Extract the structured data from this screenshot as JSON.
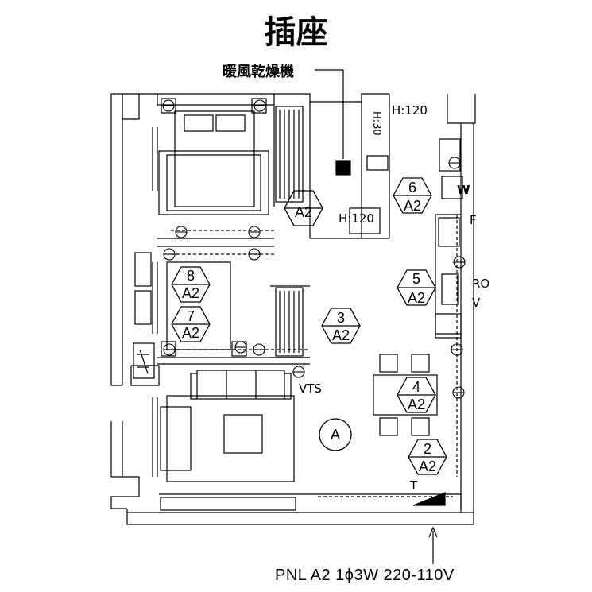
{
  "title": "插座",
  "dryer_label": "暖風乾燥機",
  "panel_label": "PNL A2 1ϕ3W 220-110V",
  "vts_label": "VTS",
  "height_labels": [
    "H:120",
    "H:120",
    "H:30"
  ],
  "appliance_tags": {
    "washer": "W",
    "fridge": "F",
    "ro": "RO",
    "v": "V",
    "t": "T"
  },
  "room_marker": "A",
  "circuits": [
    {
      "num": "2",
      "panel": "A2"
    },
    {
      "num": "3",
      "panel": "A2"
    },
    {
      "num": "4",
      "panel": "A2"
    },
    {
      "num": "5",
      "panel": "A2"
    },
    {
      "num": "6",
      "panel": "A2"
    },
    {
      "num": "7",
      "panel": "A2"
    },
    {
      "num": "8",
      "panel": "A2"
    },
    {
      "num": "",
      "panel": "A2"
    }
  ]
}
